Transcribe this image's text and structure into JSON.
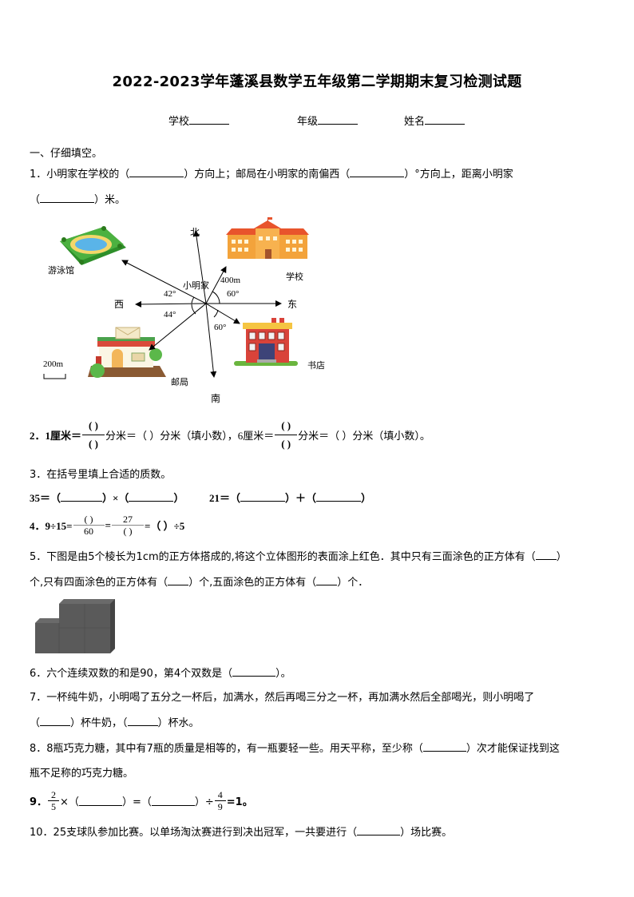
{
  "title": "2022-2023学年蓬溪县数学五年级第二学期期末复习检测试题",
  "info": {
    "school_label": "学校",
    "grade_label": "年级",
    "name_label": "姓名"
  },
  "section1": {
    "heading": "一、仔细填空。"
  },
  "q1": {
    "line1_a": "1．小明家在学校的（",
    "line1_b": "）方向上；邮局在小明家的南偏西（",
    "line1_c": "）°方向上，距离小明家",
    "line2_a": "（",
    "line2_b": "）米。",
    "diagram": {
      "north": "北",
      "south": "南",
      "east": "东",
      "west": "西",
      "center": "小明家",
      "distance": "400m",
      "angle_school": "60°",
      "angle_pool": "42°",
      "angle_post": "44°",
      "angle_bookstore": "60°",
      "pool": "游泳馆",
      "school": "学校",
      "bookstore": "书店",
      "post_office": "邮局",
      "scale": "200m"
    }
  },
  "q2": {
    "prefix": "2．1厘米＝",
    "frac1_num": "(      )",
    "frac1_den": "(      )",
    "mid1": "分米＝（      ）分米（填小数），6厘米＝",
    "frac2_num": "(      )",
    "frac2_den": "(      )",
    "mid2": "分米＝（      ）分米（填小数）。"
  },
  "q3": {
    "text": "3．在括号里填上合适的质数。",
    "eq1_a": "35＝（",
    "eq1_b": "）×（",
    "eq1_c": "）",
    "eq2_a": "21＝（",
    "eq2_b": "）＋（",
    "eq2_c": "）"
  },
  "q4": {
    "prefix": "4．9÷15=",
    "frac1_num": "(      )",
    "frac1_den": "60",
    "eq": "=",
    "frac2_num": "27",
    "frac2_den": "(      )",
    "suffix": "=（        ）÷5"
  },
  "q5": {
    "line1_a": "5．下图是由5个棱长为1cm的正方体搭成的,将这个立体图形的表面涂上红色．其中只有三面涂色的正方体有（",
    "line1_b": "）",
    "line2_a": "个,只有四面涂色的正方体有（",
    "line2_b": "）个,五面涂色的正方体有（",
    "line2_c": "）个．"
  },
  "q6": {
    "a": "6．六个连续双数的和是90，第4个双数是（",
    "b": "）。"
  },
  "q7": {
    "line1": "7．一杯纯牛奶，小明喝了五分之一杯后，加满水，然后再喝三分之一杯，再加满水然后全部喝光，则小明喝了",
    "line2_a": "（",
    "line2_b": "）杯牛奶，（",
    "line2_c": "）杯水。"
  },
  "q8": {
    "line1_a": "8．8瓶巧克力糖，其中有7瓶的质量是相等的，有一瓶要轻一些。用天平称，至少称（",
    "line1_b": "）次才能保证找到这",
    "line2": "瓶不足称的巧克力糖。"
  },
  "q9": {
    "prefix": "9．",
    "frac1_num": "2",
    "frac1_den": "5",
    "a": "×（",
    "b": "）=（",
    "c": "）÷",
    "frac2_num": "4",
    "frac2_den": "9",
    "d": "=1。"
  },
  "q10": {
    "a": "10．25支球队参加比赛。以单场淘汰赛进行到决出冠军，一共要进行（",
    "b": "）场比赛。"
  },
  "colors": {
    "text": "#000000",
    "cube": "#555555",
    "school_roof": "#e8542c",
    "school_wall": "#f3a33b",
    "bookstore_wall": "#d9433a",
    "pool_grass": "#3aa935",
    "pool_water": "#5ab4e8"
  }
}
